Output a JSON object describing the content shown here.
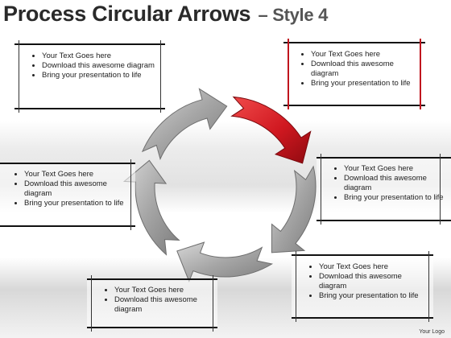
{
  "title": "Process Circular Arrows",
  "subtitle": "– Style 4",
  "boxes": [
    {
      "id": "top-left",
      "bullets": [
        "Your Text Goes here",
        "Download this awesome diagram",
        "Bring your presentation to life"
      ]
    },
    {
      "id": "top-right",
      "bullets": [
        "Your Text Goes here",
        "Download this awesome diagram",
        "Bring your presentation to life"
      ]
    },
    {
      "id": "mid-left",
      "bullets": [
        "Your Text Goes here",
        "Download this awesome diagram",
        "Bring your presentation to life"
      ]
    },
    {
      "id": "mid-right",
      "bullets": [
        "Your Text Goes here",
        "Download this awesome diagram",
        "Bring your presentation to life"
      ]
    },
    {
      "id": "bottom-center",
      "bullets": [
        "Your Text Goes here",
        "Download this awesome diagram"
      ]
    },
    {
      "id": "bottom-right",
      "bullets": [
        "Your Text Goes here",
        "Download this awesome diagram",
        "Bring your presentation to life"
      ]
    }
  ],
  "diagram": {
    "segment_count": 5,
    "highlighted_segment_index": 0,
    "highlight_color": "#d01820",
    "segment_color": "#a7a7a7"
  },
  "logo_text": "Your Logo"
}
